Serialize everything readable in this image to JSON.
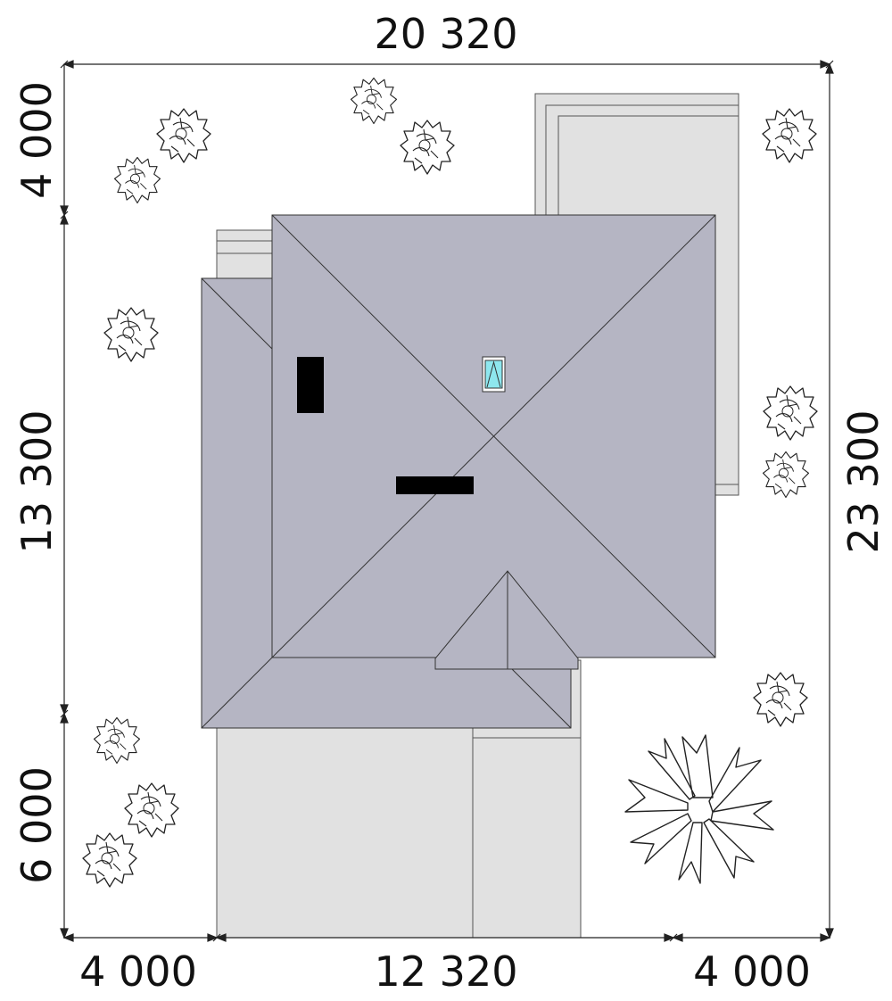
{
  "dimensions": {
    "top_total": "20 320",
    "bottom_left": "4 000",
    "bottom_middle": "12 320",
    "bottom_right": "4 000",
    "left_top": "4 000",
    "left_middle": "13 300",
    "left_bottom": "6 000",
    "right_total": "23 300"
  },
  "colors": {
    "roof": "#b5b5c3",
    "paving": "#e1e1e1",
    "line": "#333333",
    "chimney": "#000000",
    "skylight": "#8ee7ee"
  },
  "icons": {
    "shrub": "shrub-icon",
    "tree": "deciduous-tree-icon",
    "chimney": "chimney-icon",
    "skylight": "roof-window-icon"
  }
}
